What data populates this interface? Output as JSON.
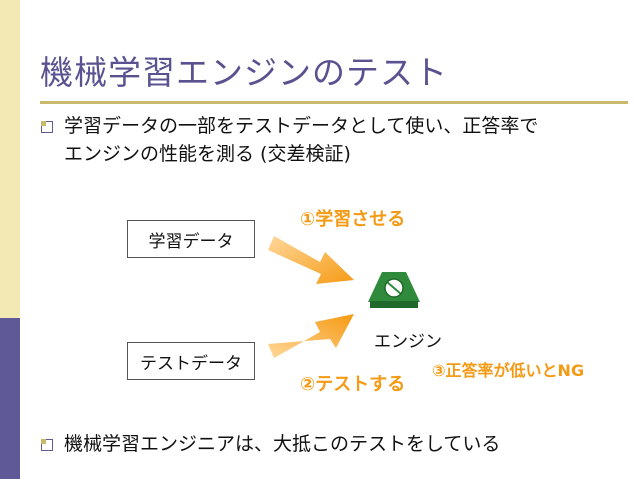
{
  "slide": {
    "title": "機械学習エンジンのテスト",
    "bullet1_line1": "学習データの一部をテストデータとして使い、正答率で",
    "bullet1_line2": "エンジンの性能を測る (交差検証)",
    "bullet2": "機械学習エンジニアは、大抵このテストをしている"
  },
  "diagram": {
    "training_data": "学習データ",
    "test_data": "テストデータ",
    "engine": "エンジン",
    "step1": "①学習させる",
    "step2": "②テストする",
    "step3": "③正答率が低いとNG"
  },
  "colors": {
    "title": "#5a5290",
    "accent_orange": "#f59a14",
    "sidebar_top": "#f3e9b5",
    "sidebar_bottom": "#5f5a97",
    "engine_green": "#2f8a3c"
  },
  "icons": [
    "arrow-icon",
    "engine-icon"
  ]
}
